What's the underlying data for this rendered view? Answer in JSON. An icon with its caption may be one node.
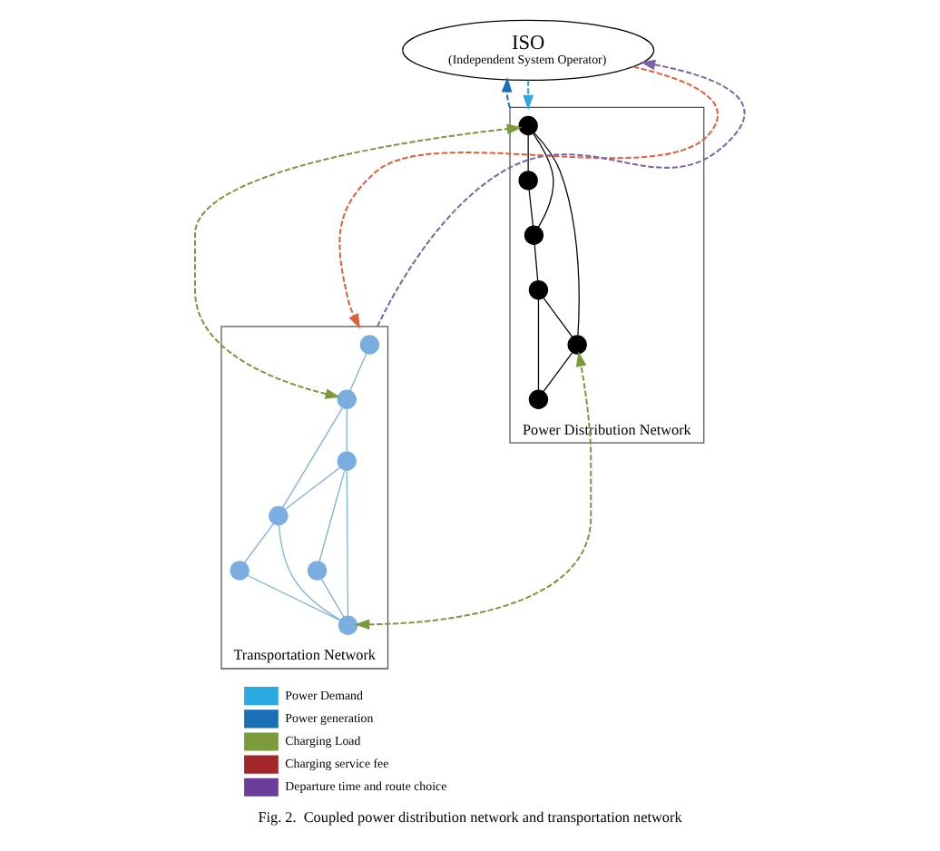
{
  "diagram": {
    "caption": "Fig. 2.  Coupled power distribution network and transportation network",
    "nodes": [
      {
        "text": [
          "ISO",
          "(Independent System Operator)"
        ]
      },
      {
        "text": [
          "Power Distribution Network"
        ]
      },
      {
        "text": [],
        "shape": "circle",
        "in": 1
      },
      {
        "text": [],
        "shape": "circle",
        "in": 1
      },
      {
        "text": [],
        "shape": "circle",
        "in": 1
      },
      {
        "text": [],
        "shape": "circle",
        "in": 1
      },
      {
        "text": [],
        "shape": "circle",
        "in": 1
      },
      {
        "text": [],
        "shape": "circle",
        "in": 1
      },
      {
        "text": [
          "Transportation Network"
        ]
      },
      {
        "text": [],
        "shape": "circle",
        "in": 8
      },
      {
        "text": [],
        "shape": "circle",
        "in": 8
      },
      {
        "text": [],
        "shape": "circle",
        "in": 8
      },
      {
        "text": [],
        "shape": "circle",
        "in": 8
      },
      {
        "text": [],
        "shape": "circle",
        "in": 8
      },
      {
        "text": [],
        "shape": "circle",
        "in": 8
      },
      {
        "text": [],
        "shape": "circle",
        "in": 8
      }
    ],
    "edges": [
      {
        "from": 2,
        "to": 3,
        "arrow": "none",
        "color": "#000000"
      },
      {
        "from": 2,
        "to": 4,
        "arrow": "none",
        "color": "#000000"
      },
      {
        "from": 2,
        "to": 5,
        "arrow": "none",
        "color": "#000000"
      },
      {
        "from": 3,
        "to": 4,
        "arrow": "none",
        "color": "#000000"
      },
      {
        "from": 4,
        "to": 6,
        "arrow": "none",
        "color": "#000000"
      },
      {
        "from": 6,
        "to": 5,
        "arrow": "none",
        "color": "#000000"
      },
      {
        "from": 6,
        "to": 7,
        "arrow": "none",
        "color": "#000000"
      },
      {
        "from": 5,
        "to": 7,
        "arrow": "none",
        "color": "#000000"
      },
      {
        "from": 9,
        "to": 10,
        "arrow": "none"
      },
      {
        "from": 10,
        "to": 11,
        "arrow": "none"
      },
      {
        "from": 10,
        "to": 13,
        "arrow": "none"
      },
      {
        "from": 11,
        "to": 12,
        "arrow": "none"
      },
      {
        "from": 11,
        "to": 15,
        "arrow": "none"
      },
      {
        "from": 11,
        "to": 13,
        "arrow": "none"
      },
      {
        "from": 12,
        "to": 15,
        "arrow": "none"
      },
      {
        "from": 13,
        "to": 14,
        "arrow": "none"
      },
      {
        "from": 13,
        "to": 15,
        "arrow": "none"
      },
      {
        "from": 14,
        "to": 15,
        "arrow": "none"
      },
      {
        "from": 0,
        "to": 1,
        "arrow": "to",
        "style": "dashed",
        "color": "#29abe2"
      },
      {
        "from": 1,
        "to": 0,
        "arrow": "to",
        "style": "dashed",
        "color": "#1a6fb5"
      },
      {
        "from": 0,
        "to": 8,
        "arrow": "to",
        "style": "dashed",
        "color": "#e0603c"
      },
      {
        "from": 8,
        "to": 0,
        "arrow": "to",
        "style": "dashed",
        "color": "#7b64a8"
      },
      {
        "from": 10,
        "to": 2,
        "arrow": "both",
        "style": "dashed",
        "color": "#7a9a3c"
      },
      {
        "from": 15,
        "to": 5,
        "arrow": "both",
        "style": "dashed",
        "color": "#7a9a3c"
      }
    ],
    "legend": [
      {
        "text": "Power Demand",
        "color": "#29abe2"
      },
      {
        "text": "Power generation",
        "color": "#1a6fb5"
      },
      {
        "text": "Charging Load",
        "color": "#7a9a3c"
      },
      {
        "text": "Charging service fee",
        "color": "#a3262a"
      },
      {
        "text": "Departure time and route choice",
        "color": "#6a3d9a"
      }
    ]
  }
}
